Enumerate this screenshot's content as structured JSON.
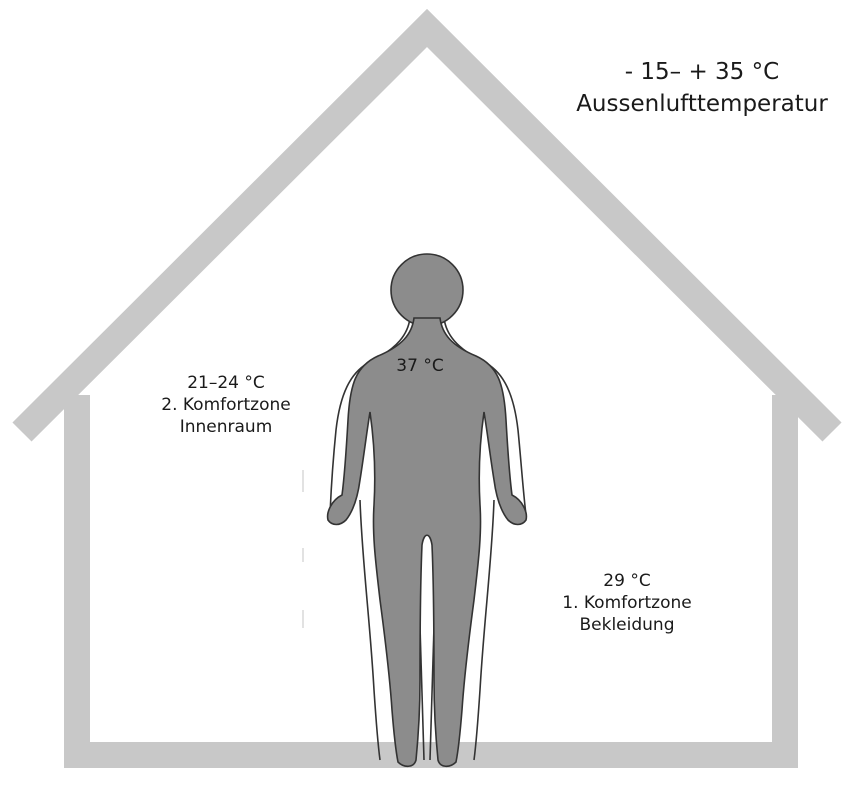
{
  "outdoor": {
    "temperature": "- 15– + 35 °C",
    "label": "Aussenlufttemperatur"
  },
  "indoor": {
    "temperature": "21–24 °C",
    "zone": "2. Komfortzone",
    "label": "Innenraum"
  },
  "core": {
    "temperature": "37 °C"
  },
  "clothing": {
    "temperature": "29 °C",
    "zone": "1. Komfortzone",
    "label": "Bekleidung"
  },
  "colors": {
    "house_outline": "#c8c8c8",
    "body_fill": "#8c8c8c",
    "body_outline": "#333333",
    "background": "#ffffff"
  }
}
